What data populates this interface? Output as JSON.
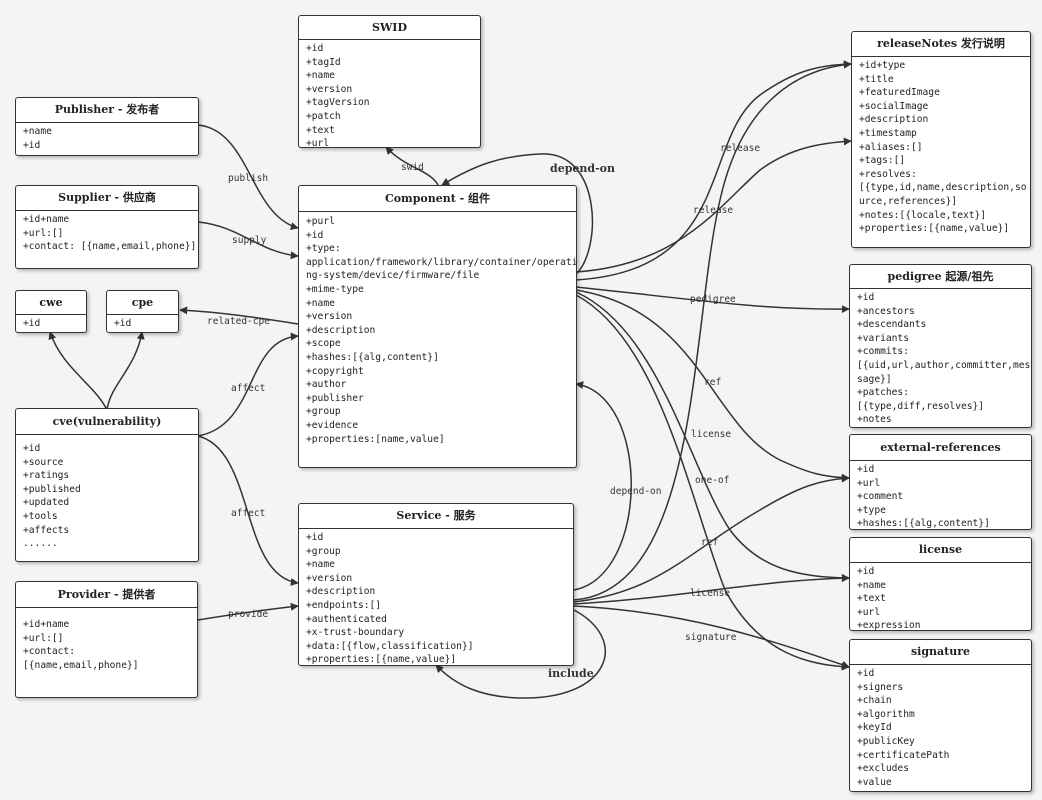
{
  "colors": {
    "background": "#f4f4f4",
    "box": "#ffffff",
    "line": "#333333"
  },
  "boxes": {
    "swid": {
      "title": "SWID",
      "fields": [
        "+id",
        "+tagId",
        "+name",
        "+version",
        "+tagVersion",
        "+patch",
        "+text",
        "+url"
      ]
    },
    "publisher": {
      "title": "Publisher - 发布者",
      "fields": [
        "+name",
        "+id"
      ]
    },
    "supplier": {
      "title": "Supplier - 供应商",
      "fields": [
        "+id+name",
        "+url:[]",
        "+contact: [{name,email,phone}]"
      ]
    },
    "cwe": {
      "title": "cwe",
      "fields": [
        "+id"
      ]
    },
    "cpe": {
      "title": "cpe",
      "fields": [
        "+id"
      ]
    },
    "cve": {
      "title": "cve(vulnerability)",
      "fields": [
        "+id",
        "+source",
        "+ratings",
        "+published",
        "+updated",
        "+tools",
        "+affects",
        "......"
      ]
    },
    "provider": {
      "title": "Provider - 提供者",
      "fields": [
        "+id+name",
        "+url:[]",
        "+contact:",
        "[{name,email,phone}]"
      ]
    },
    "component": {
      "title": "Component - 组件",
      "fields": [
        "+purl",
        "+id",
        "+type:",
        "application/framework/library/container/operati",
        "ng-system/device/firmware/file",
        "+mime-type",
        "+name",
        "+version",
        "+description",
        "+scope",
        "+hashes:[{alg,content}]",
        "+copyright",
        "+author",
        "+publisher",
        "+group",
        "+evidence",
        "+properties:[name,value]"
      ]
    },
    "service": {
      "title": "Service - 服务",
      "fields": [
        "+id",
        "+group",
        "+name",
        "+version",
        "+description",
        "+endpoints:[]",
        "+authenticated",
        "+x-trust-boundary",
        "+data:[{flow,classification}]",
        "+properties:[{name,value}]"
      ]
    },
    "releaseNotes": {
      "title": "releaseNotes 发行说明",
      "fields": [
        "+id+type",
        "+title",
        "+featuredImage",
        "+socialImage",
        "+description",
        "+timestamp",
        "+aliases:[]",
        "+tags:[]",
        "+resolves:",
        "[{type,id,name,description,so",
        "urce,references}]",
        "+notes:[{locale,text}]",
        "+properties:[{name,value}]"
      ]
    },
    "pedigree": {
      "title": "pedigree 起源/祖先",
      "fields": [
        "+id",
        "+ancestors",
        "+descendants",
        "+variants",
        "+commits:",
        "[{uid,url,author,committer,mes",
        "sage}]",
        "+patches:",
        "[{type,diff,resolves}]",
        "+notes"
      ]
    },
    "externalReferences": {
      "title": "external-references",
      "fields": [
        "+id",
        "+url",
        "+comment",
        "+type",
        "+hashes:[{alg,content}]"
      ]
    },
    "license": {
      "title": "license",
      "fields": [
        "+id",
        "+name",
        "+text",
        "+url",
        "+expression"
      ]
    },
    "signature": {
      "title": "signature",
      "fields": [
        "+id",
        "+signers",
        "+chain",
        "+algorithm",
        "+keyId",
        "+publicKey",
        "+certificatePath",
        "+excludes",
        "+value"
      ]
    }
  },
  "edges": {
    "swid": "swid",
    "depend_on_top": "depend-on",
    "publish": "publish",
    "supply": "supply",
    "related_cpe": "related-cpe",
    "affect_component": "affect",
    "affect_service": "affect",
    "provide": "provide",
    "depend_on_mid": "depend-on",
    "include": "include",
    "release_1": "release",
    "release_2": "release",
    "pedigree": "pedigree",
    "ref_component": "ref",
    "license_component": "license",
    "one_of": "one-of",
    "ref_service": "ref",
    "license_service": "license",
    "signature": "signature"
  }
}
